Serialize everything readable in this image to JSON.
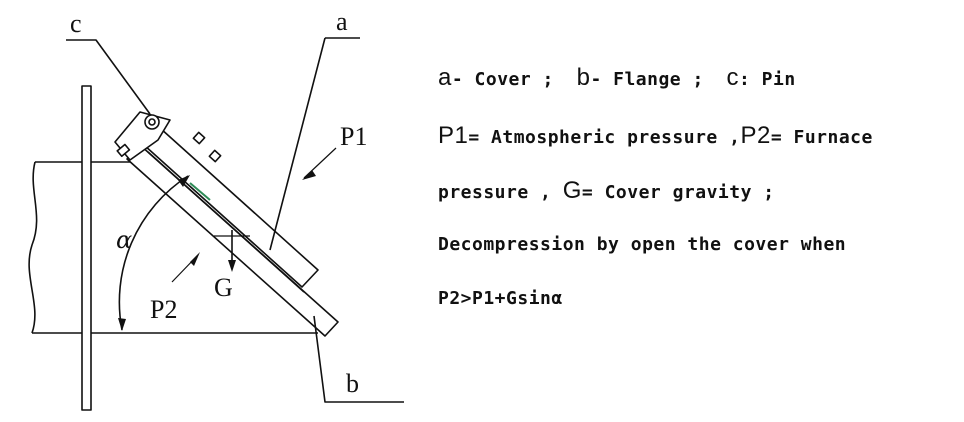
{
  "labels": {
    "a": "a",
    "b": "b",
    "c": "c",
    "p1": "P1",
    "p2": "P2",
    "g": "G",
    "alpha": "α"
  },
  "legend": {
    "l1_a": "a",
    "l1_a_txt": "- Cover ;  ",
    "l1_b": "b",
    "l1_b_txt": "- Flange ;  ",
    "l1_c": "c",
    "l1_c_txt": ": Pin",
    "l2_p1": "P1",
    "l2_p1_txt": "= Atmospheric pressure ,",
    "l2_p2": "P2",
    "l2_p2_txt": "= Furnace",
    "l3_txt1": "pressure , ",
    "l3_g": "G",
    "l3_txt2": "= Cover gravity ;",
    "l4": "Decompression by open the cover when",
    "l5": "P2>P1+Gsinα"
  }
}
